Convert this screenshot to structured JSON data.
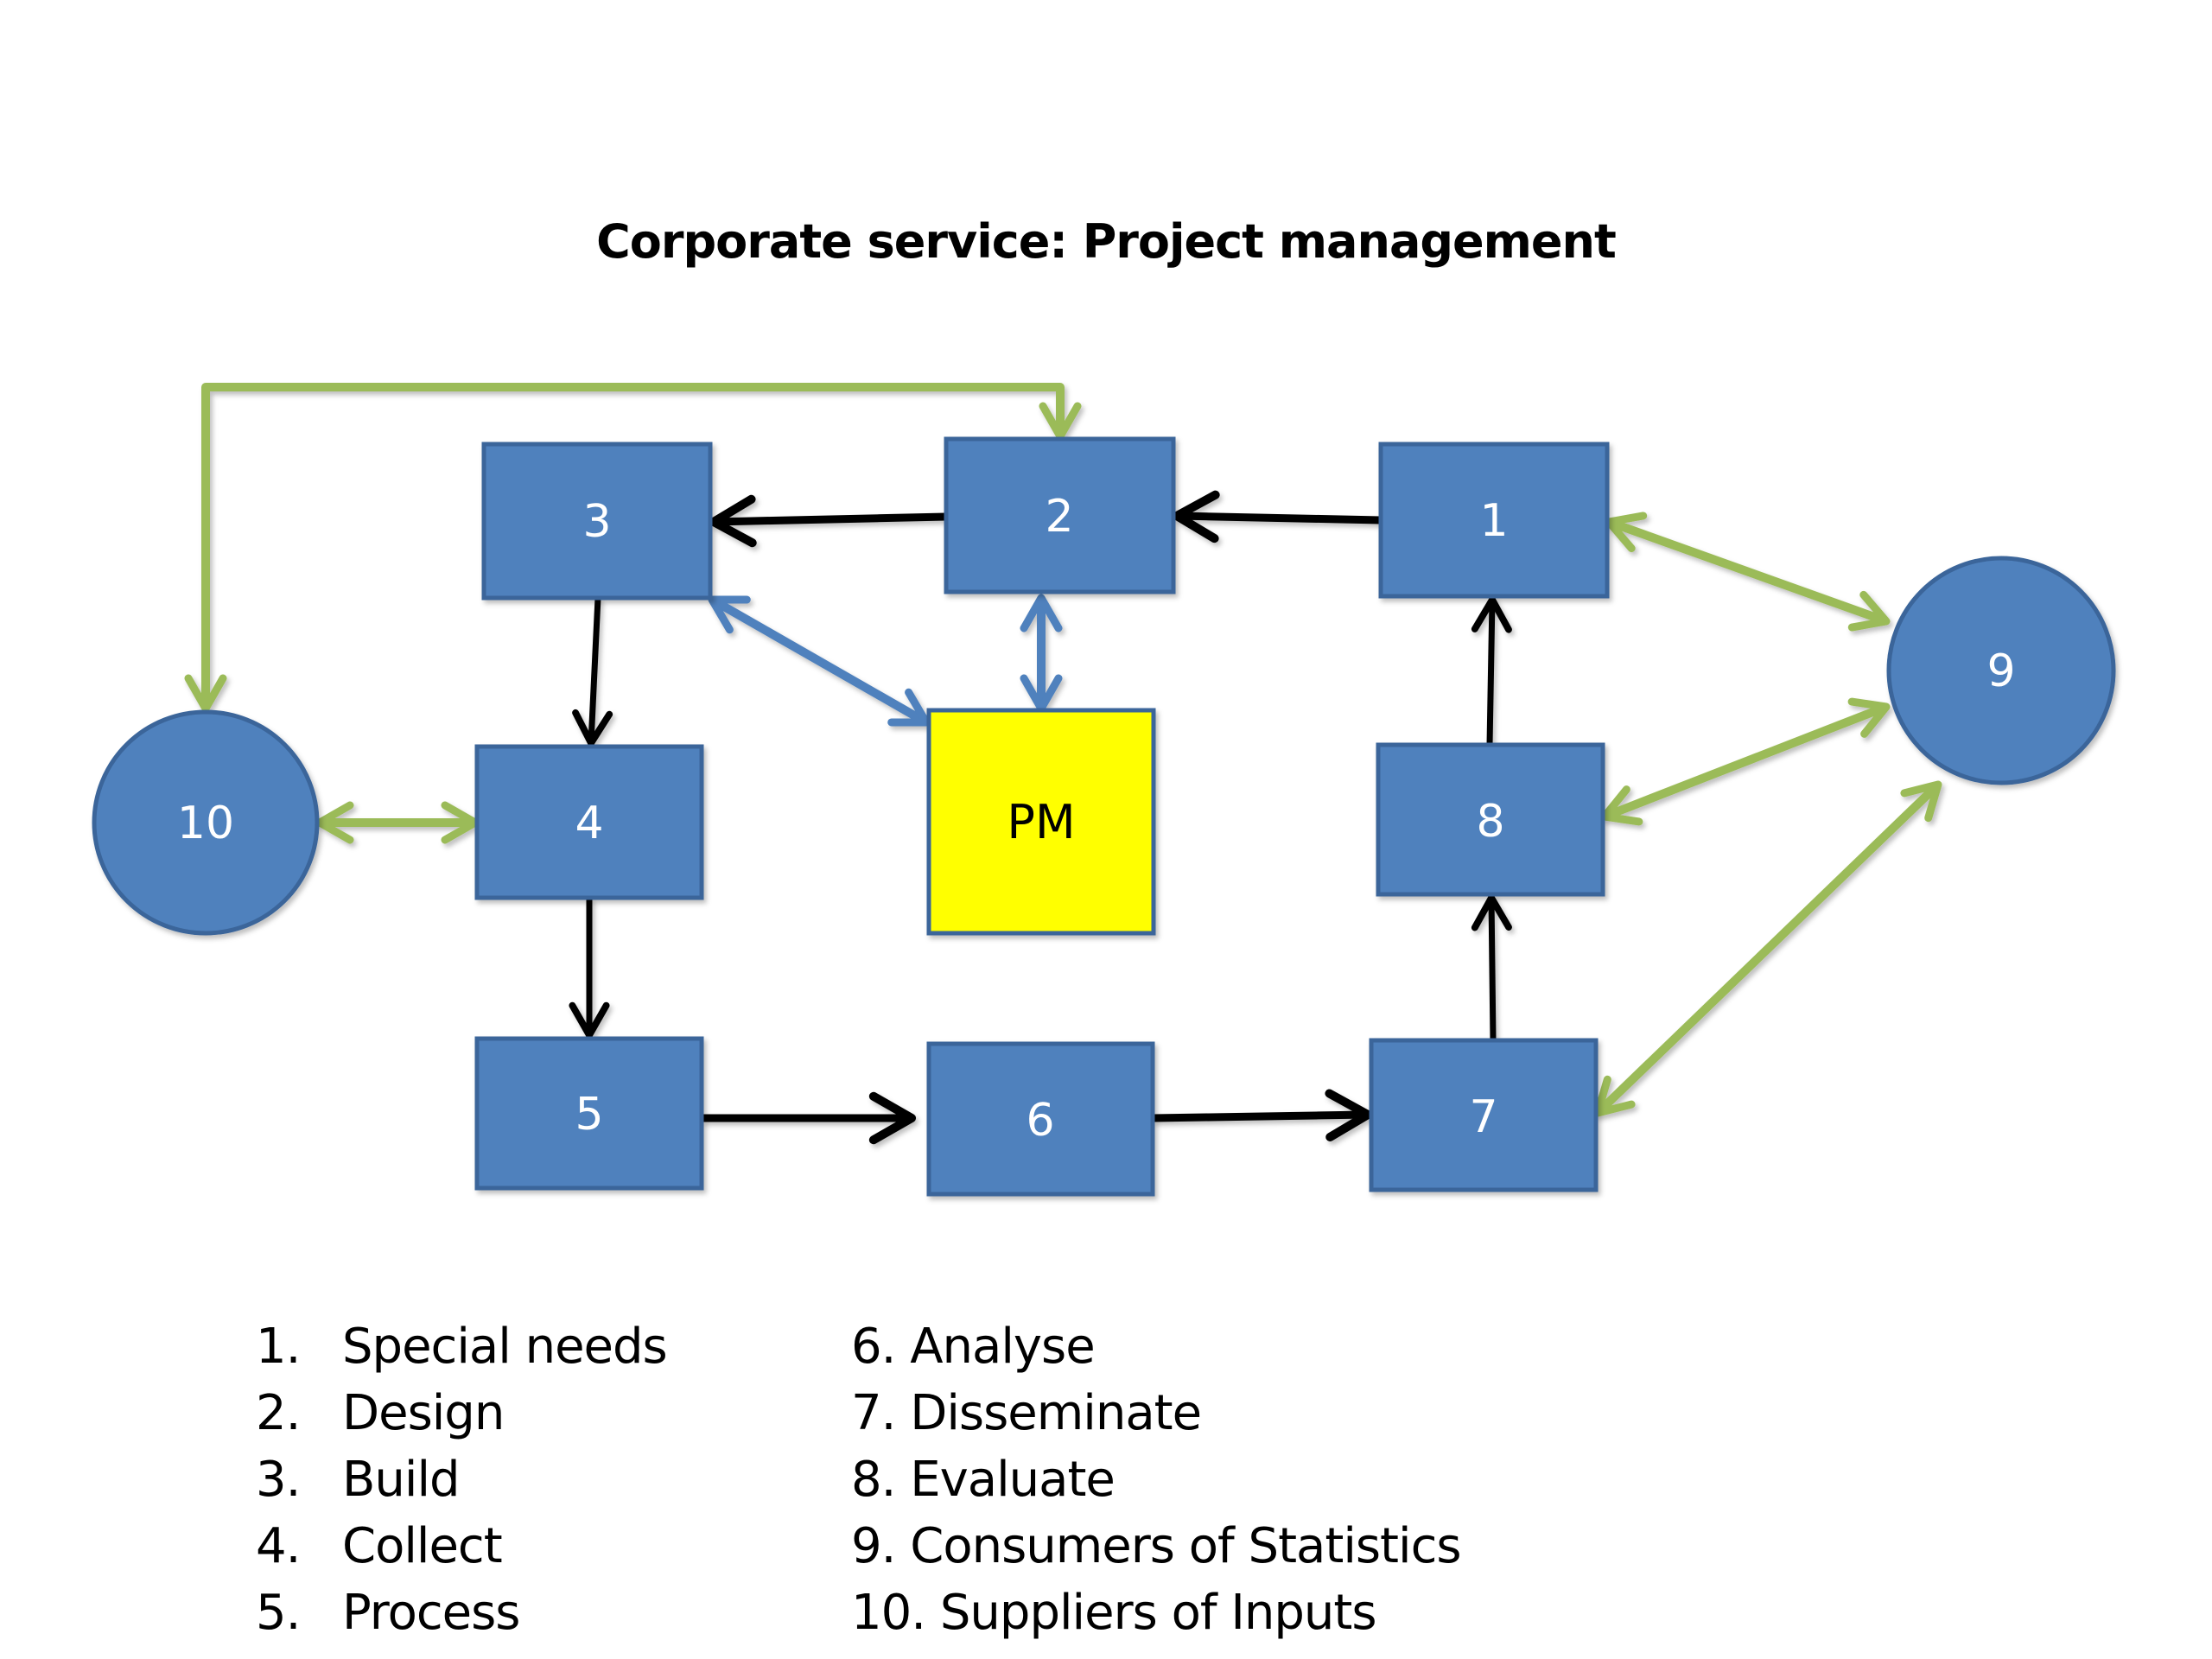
{
  "title": "Corporate service: Project management",
  "colors": {
    "node_fill": "#4F81BD",
    "node_stroke": "#3A659A",
    "pm_fill": "#FFFF00",
    "green_arrow": "#9BBB59",
    "blue_arrow": "#4F81BD",
    "black_arrow": "#000000"
  },
  "nodes": {
    "n1": "1",
    "n2": "2",
    "n3": "3",
    "n4": "4",
    "n5": "5",
    "n6": "6",
    "n7": "7",
    "n8": "8",
    "n9": "9",
    "n10": "10",
    "pm": "PM"
  },
  "edges": [
    {
      "from": "1",
      "to": "2",
      "type": "black",
      "direction": "forward"
    },
    {
      "from": "2",
      "to": "3",
      "type": "black",
      "direction": "forward"
    },
    {
      "from": "3",
      "to": "4",
      "type": "black",
      "direction": "forward"
    },
    {
      "from": "4",
      "to": "5",
      "type": "black",
      "direction": "forward"
    },
    {
      "from": "5",
      "to": "6",
      "type": "black",
      "direction": "forward"
    },
    {
      "from": "6",
      "to": "7",
      "type": "black",
      "direction": "forward"
    },
    {
      "from": "7",
      "to": "8",
      "type": "black",
      "direction": "forward"
    },
    {
      "from": "8",
      "to": "1",
      "type": "black",
      "direction": "forward"
    },
    {
      "from": "3",
      "to": "PM",
      "type": "blue",
      "direction": "both"
    },
    {
      "from": "2",
      "to": "PM",
      "type": "blue",
      "direction": "both"
    },
    {
      "from": "10",
      "to": "4",
      "type": "green",
      "direction": "both"
    },
    {
      "from": "10",
      "to": "2",
      "type": "green",
      "direction": "both"
    },
    {
      "from": "1",
      "to": "9",
      "type": "green",
      "direction": "both"
    },
    {
      "from": "8",
      "to": "9",
      "type": "green",
      "direction": "both"
    },
    {
      "from": "7",
      "to": "9",
      "type": "green",
      "direction": "both"
    }
  ],
  "legend": {
    "left": [
      {
        "num": "1.",
        "label": "Special needs"
      },
      {
        "num": "2.",
        "label": "Design"
      },
      {
        "num": "3.",
        "label": "Build"
      },
      {
        "num": "4.",
        "label": "Collect"
      },
      {
        "num": "5.",
        "label": "Process"
      }
    ],
    "right": [
      {
        "text": "6. Analyse"
      },
      {
        "text": "7. Disseminate"
      },
      {
        "text": "8. Evaluate"
      },
      {
        "text": "9. Consumers of Statistics"
      },
      {
        "text": "10. Suppliers of Inputs"
      }
    ]
  }
}
